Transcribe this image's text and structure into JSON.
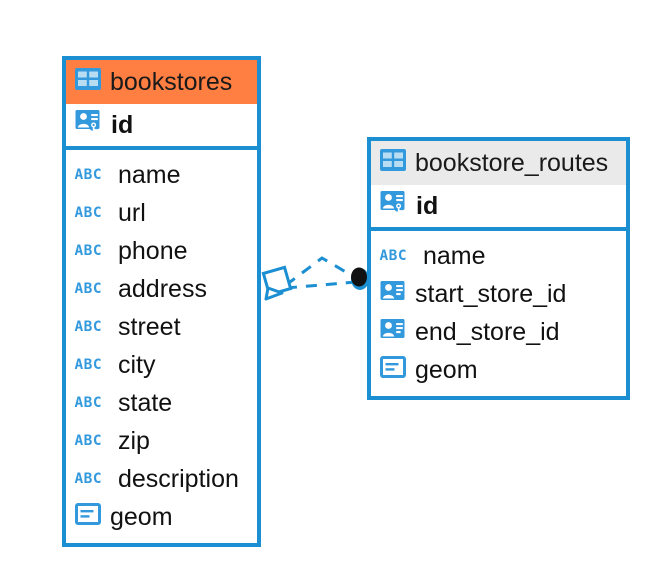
{
  "diagram": {
    "type": "entity-relationship-diagram",
    "background": "#ffffff",
    "accent_blue": "#1b8fd1",
    "accent_orange": "#ff7f42",
    "accent_grey": "#eaeaea"
  },
  "tables": [
    {
      "name": "bookstores",
      "header_color": "#ff7f42",
      "header_icon": "table-icon",
      "primary_key": {
        "label": "id",
        "icon": "primary-key-icon"
      },
      "fields": [
        {
          "label": "name",
          "icon": "text-abc-icon"
        },
        {
          "label": "url",
          "icon": "text-abc-icon"
        },
        {
          "label": "phone",
          "icon": "text-abc-icon"
        },
        {
          "label": "address",
          "icon": "text-abc-icon"
        },
        {
          "label": "street",
          "icon": "text-abc-icon"
        },
        {
          "label": "city",
          "icon": "text-abc-icon"
        },
        {
          "label": "state",
          "icon": "text-abc-icon"
        },
        {
          "label": "zip",
          "icon": "text-abc-icon"
        },
        {
          "label": "description",
          "icon": "text-abc-icon"
        },
        {
          "label": "geom",
          "icon": "geometry-icon"
        }
      ]
    },
    {
      "name": "bookstore_routes",
      "header_color": "#eaeaea",
      "header_icon": "table-icon",
      "primary_key": {
        "label": "id",
        "icon": "primary-key-icon"
      },
      "fields": [
        {
          "label": "name",
          "icon": "text-abc-icon"
        },
        {
          "label": "start_store_id",
          "icon": "foreign-key-icon"
        },
        {
          "label": "end_store_id",
          "icon": "foreign-key-icon"
        },
        {
          "label": "geom",
          "icon": "geometry-icon"
        }
      ]
    }
  ],
  "relationship": {
    "from_table": "bookstores",
    "to_table": "bookstore_routes",
    "source_marker": "diamond-pointer-marker",
    "target_marker": "filled-circle-marker",
    "line_style": "dashed",
    "line_color": "#1b8fd1"
  }
}
